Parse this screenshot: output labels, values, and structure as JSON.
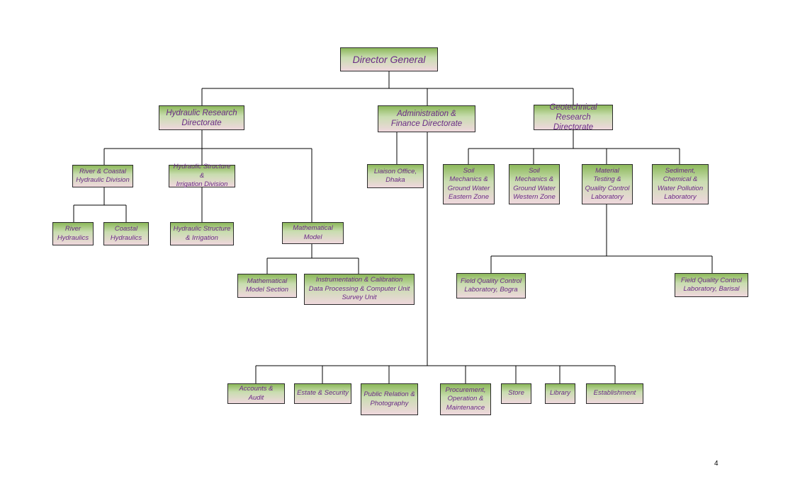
{
  "org_chart": {
    "director_general": "Director General",
    "hydraulic_research": "Hydraulic Research\nDirectorate",
    "admin_finance": "Administration &\nFinance Directorate",
    "geotechnical_research": "Geotechnical Research\nDirectorate",
    "river_coastal_division": "River & Coastal\nHydraulic Division",
    "hydraulic_structure_division": "Hydraulic Structure &\nIrrigation Division",
    "river_hydraulics": "River\nHydraulics",
    "coastal_hydraulics": "Coastal\nHydraulics",
    "hydraulic_structure_irrigation": "Hydraulic Structure\n& Irrigation",
    "mathematical_model": "Mathematical\nModel",
    "mathematical_model_section": "Mathematical\nModel Section",
    "instrumentation_unit": "Instrumentation & Calibration\nData Processing & Computer Unit\nSurvey Unit",
    "liaison_office": "Liaison Office,\nDhaka",
    "soil_eastern": "Soil\nMechanics &\nGround Water\nEastern Zone",
    "soil_western": "Soil\nMechanics &\nGround Water\nWestern Zone",
    "material_testing": "Material\nTesting &\nQuality Control\nLaboratory",
    "sediment_lab": "Sediment,\nChemical &\nWater Pollution\nLaboratory",
    "field_qc_bogra": "Field Quality Control\nLaboratory, Bogra",
    "field_qc_barisal": "Field Quality Control\nLaboratory, Barisal",
    "accounts_audit": "Accounts &\nAudit",
    "estate_security": "Estate & Security",
    "public_relation": "Public Relation &\nPhotography",
    "procurement": "Procurement,\nOperation &\nMaintenance",
    "store": "Store",
    "library": "Library",
    "establishment": "Establishment"
  },
  "colors": {
    "box_top": "#8cb85a",
    "box_bottom": "#efd7dd",
    "text": "#6a2a86",
    "line": "#000000"
  },
  "page_number": "4"
}
